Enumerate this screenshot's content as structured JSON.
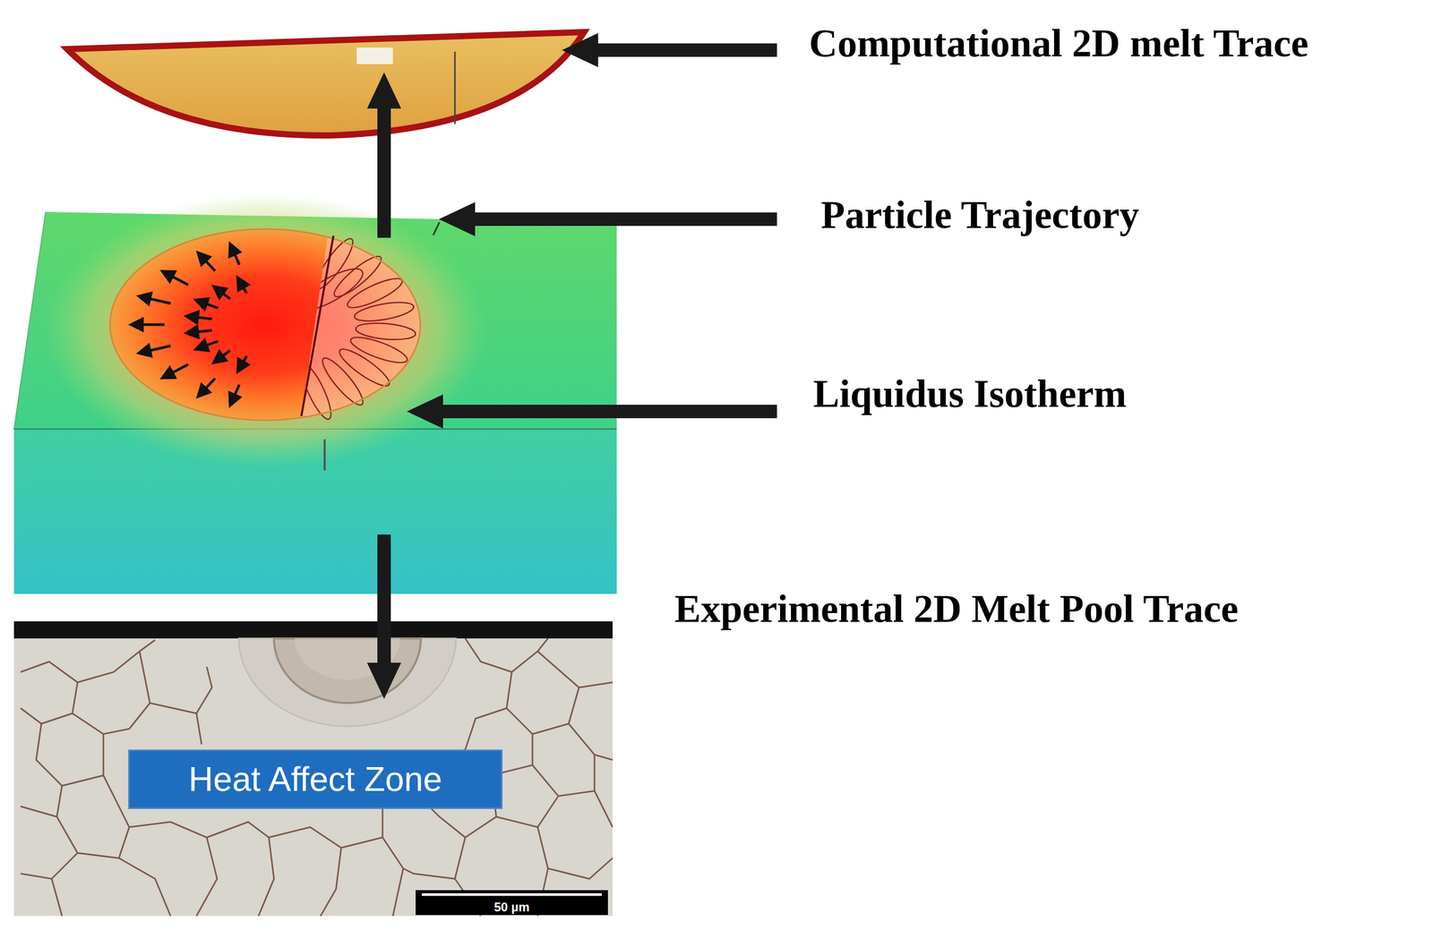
{
  "diagram": {
    "nodes": [
      {
        "text": [
          "Heat Affect Zone"
        ]
      },
      {
        "text": [
          "50 µm"
        ]
      }
    ],
    "labels": [
      "Computational 2D melt Trace",
      "Particle Trajectory",
      "Liquidus Isotherm",
      "Experimental 2D Melt Pool Trace"
    ]
  }
}
